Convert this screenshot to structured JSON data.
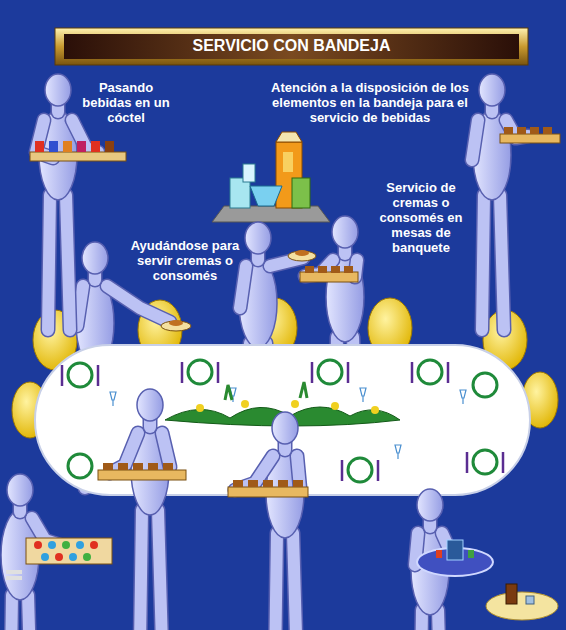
{
  "diagram": {
    "title": "SERVICIO CON BANDEJA",
    "labels": [
      "Pasando bebidas en un cóctel",
      "Atención a la disposición de los elementos en la bandeja para el servicio de bebidas",
      "Servicio de cremas o consomés en mesas de banquete",
      "Ayudándose para servir cremas o consomés"
    ]
  }
}
